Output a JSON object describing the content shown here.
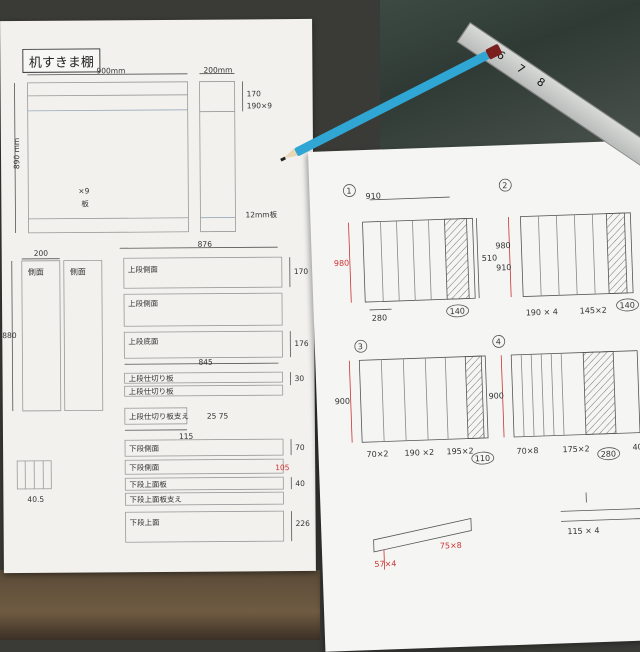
{
  "scene": {
    "sheet_left": {
      "title": "机すきま棚",
      "dims": {
        "top_width": "900mm",
        "side_width": "200mm",
        "height": "890 mm",
        "right_a": "170",
        "right_b": "190×9",
        "bottom_right": "12mm板",
        "mid_width": "876",
        "left_small": "200",
        "left_height": "880",
        "center_mark": "×9",
        "pane_label": "板",
        "rh_1": "170",
        "rh_2": "176",
        "rh_3": "30",
        "mid_845": "845",
        "cut_val": "25 75",
        "cut_bottom": "115",
        "rh_4": "70",
        "rh_5": "40",
        "rh_6": "226",
        "small_bottom": "40.5",
        "red_note": "105"
      },
      "panel_labels": {
        "side_a": "側面",
        "side_b": "側面"
      },
      "parts": [
        "上段側面",
        "上段側面",
        "上段底面",
        "上段仕切り板",
        "上段仕切り板",
        "上段仕切り板支え",
        "下段側面",
        "下段側面",
        "下段上面板",
        "下段上面板支え",
        "下段上面"
      ]
    },
    "sheet_right": {
      "steps": [
        {
          "num": "1",
          "top": "910",
          "left_h": "980",
          "right_h": "510",
          "bottom_l": "280",
          "bottom_r": "140"
        },
        {
          "num": "2",
          "left_h": "980",
          "right_h": "910",
          "bottom": "190 × 4",
          "bottom_mid": "145×2",
          "bottom_r": "140"
        },
        {
          "num": "3",
          "left_h": "900",
          "bottom_a": "70×2",
          "bottom_b": "190 ×2",
          "bottom_c": "195×2",
          "bottom_r": "110"
        },
        {
          "num": "4",
          "left_h": "900",
          "bottom_a": "70×8",
          "bottom_b": "175×2",
          "bottom_c": "280",
          "bottom_r": "40"
        }
      ],
      "bottom_notes": {
        "left_a": "57×4",
        "left_b": "75×8",
        "right": "115 × 4"
      }
    },
    "ruler_numbers": [
      "6",
      "7",
      "8"
    ]
  }
}
